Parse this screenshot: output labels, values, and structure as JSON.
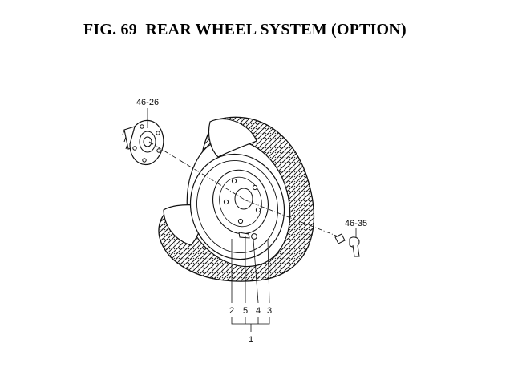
{
  "figure": {
    "number": "FIG. 69",
    "title": "REAR WHEEL SYSTEM (OPTION)"
  },
  "callouts": {
    "hub": "46-26",
    "bolt": "46-35",
    "tire": "2",
    "valve": "5",
    "valve_cap": "4",
    "rim": "3",
    "wheel_assembly": "1"
  }
}
